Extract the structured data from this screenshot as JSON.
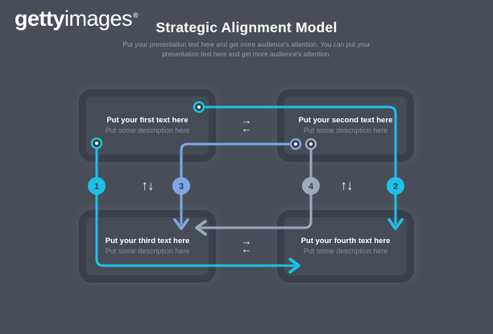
{
  "watermark": {
    "brand_bold": "getty",
    "brand_regular": "images",
    "registered": "®"
  },
  "header": {
    "title": "Strategic Alignment Model",
    "subtitle_line1": "Put your presentation text here and get more audience's attention. You can put your",
    "subtitle_line2": "presentation text here and get more audience's attention."
  },
  "boxes": [
    {
      "title": "Put your first text here",
      "description": "Put some description here"
    },
    {
      "title": "Put your second text here",
      "description": "Put some description here"
    },
    {
      "title": "Put your third text here",
      "description": "Put some description here"
    },
    {
      "title": "Put your fourth text here",
      "description": "Put some description here"
    }
  ],
  "connectors": [
    {
      "number": "1",
      "color": "#1cc1e9"
    },
    {
      "number": "2",
      "color": "#1cc1e9"
    },
    {
      "number": "3",
      "color": "#7fa6e3"
    },
    {
      "number": "4",
      "color": "#9daabd"
    }
  ],
  "glyphs": {
    "arrow_right": "→",
    "arrow_left": "←",
    "arrow_up_down": "↑↓"
  },
  "colors": {
    "background": "#484e58",
    "box_border": "#3a404a",
    "box_fill": "#464c56",
    "cyan": "#1cc1e9",
    "periwinkle": "#7fa6e3",
    "gray_blue": "#9daabd",
    "title_text": "#fdfdfd",
    "muted_text": "#99a0aa"
  }
}
